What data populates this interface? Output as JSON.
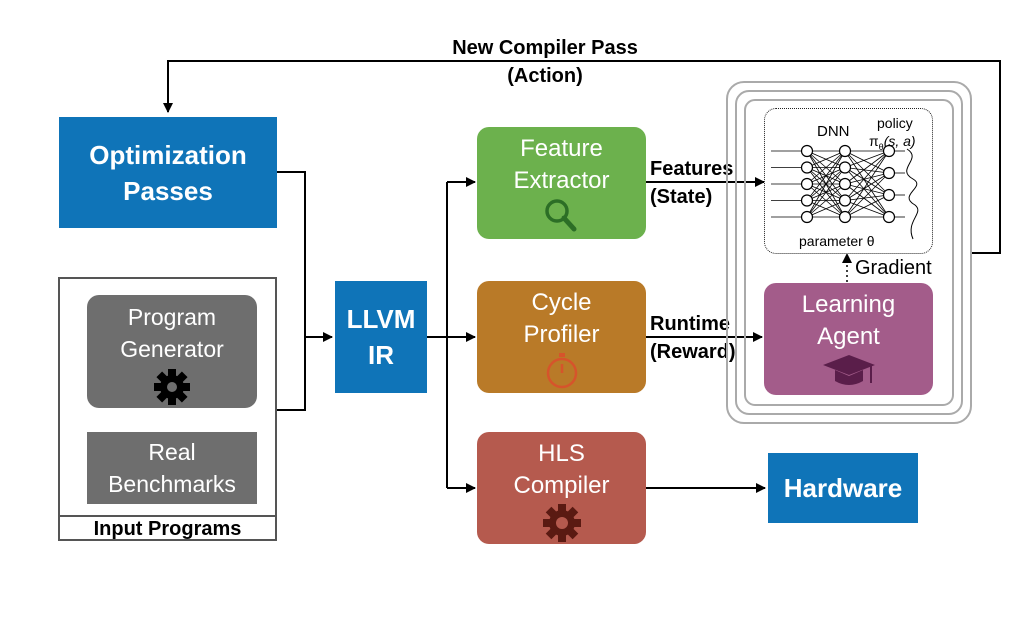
{
  "feedback": {
    "label": "New Compiler Pass\n(Action)"
  },
  "optimization_passes": {
    "label": "Optimization\nPasses",
    "color": "#0f74b8"
  },
  "input_programs": {
    "title": "Input Programs",
    "program_generator": {
      "label": "Program\nGenerator",
      "icon": "gear-icon",
      "color": "#6e6e6e"
    },
    "real_benchmarks": {
      "label": "Real\nBenchmarks",
      "color": "#6e6e6e"
    }
  },
  "llvm_ir": {
    "label": "LLVM\nIR",
    "color": "#0f74b8"
  },
  "feature_extractor": {
    "label": "Feature\nExtractor",
    "icon": "magnifier-icon",
    "color": "#6cb14d"
  },
  "cycle_profiler": {
    "label": "Cycle\nProfiler",
    "icon": "stopwatch-icon",
    "color": "#b97a28"
  },
  "hls_compiler": {
    "label": "HLS\nCompiler",
    "icon": "gear-icon",
    "color": "#b55a4e"
  },
  "hardware": {
    "label": "Hardware",
    "color": "#0f74b8"
  },
  "features_label": "Features\n(State)",
  "runtime_label": "Runtime\n(Reward)",
  "learning_agent": {
    "label": "Learning\nAgent",
    "icon": "graduation-cap-icon",
    "color": "#a35c8a"
  },
  "gradient_label": "Gradient",
  "dnn": {
    "title": "DNN",
    "policy_word": "policy",
    "parameter_label": "parameter θ",
    "policy_symbol": "π",
    "policy_sub": "θ",
    "policy_args": "(s, a)"
  }
}
